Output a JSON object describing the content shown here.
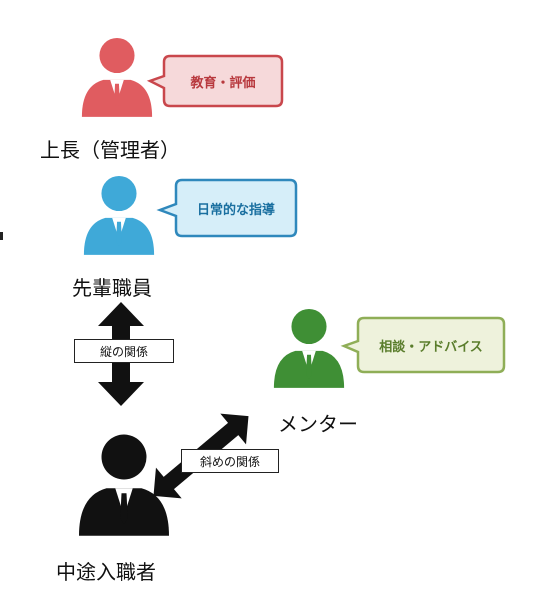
{
  "nodes": {
    "boss": {
      "label": "上長（管理者）",
      "bubble": "教育・評価",
      "color": "#e05c60",
      "bubble_fill": "#f6d9da",
      "bubble_border": "#c9474c",
      "bubble_text_color": "#b8393e"
    },
    "senior": {
      "label": "先輩職員",
      "bubble": "日常的な指導",
      "color": "#3fa9d8",
      "bubble_fill": "#d6eef9",
      "bubble_border": "#2f88bc",
      "bubble_text_color": "#1a6fa0"
    },
    "mentor": {
      "label": "メンター",
      "bubble": "相談・アドバイス",
      "color": "#3f8f35",
      "bubble_fill": "#eef2dc",
      "bubble_border": "#8fae57",
      "bubble_text_color": "#5a7d2c"
    },
    "newhire": {
      "label": "中途入職者",
      "color": "#111111"
    }
  },
  "relations": {
    "vertical": "縦の関係",
    "diagonal": "斜めの関係"
  }
}
